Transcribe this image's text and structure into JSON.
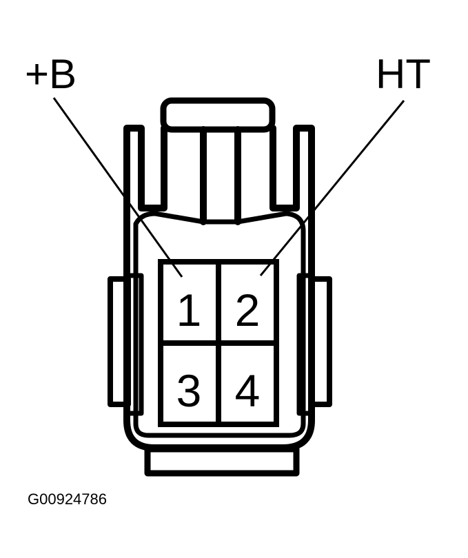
{
  "labels": {
    "left_terminal": "+B",
    "right_terminal": "HT"
  },
  "pins": {
    "p1": "1",
    "p2": "2",
    "p3": "3",
    "p4": "4"
  },
  "figure_id": "G00924786",
  "colors": {
    "ink": "#000000",
    "paper": "#ffffff"
  }
}
